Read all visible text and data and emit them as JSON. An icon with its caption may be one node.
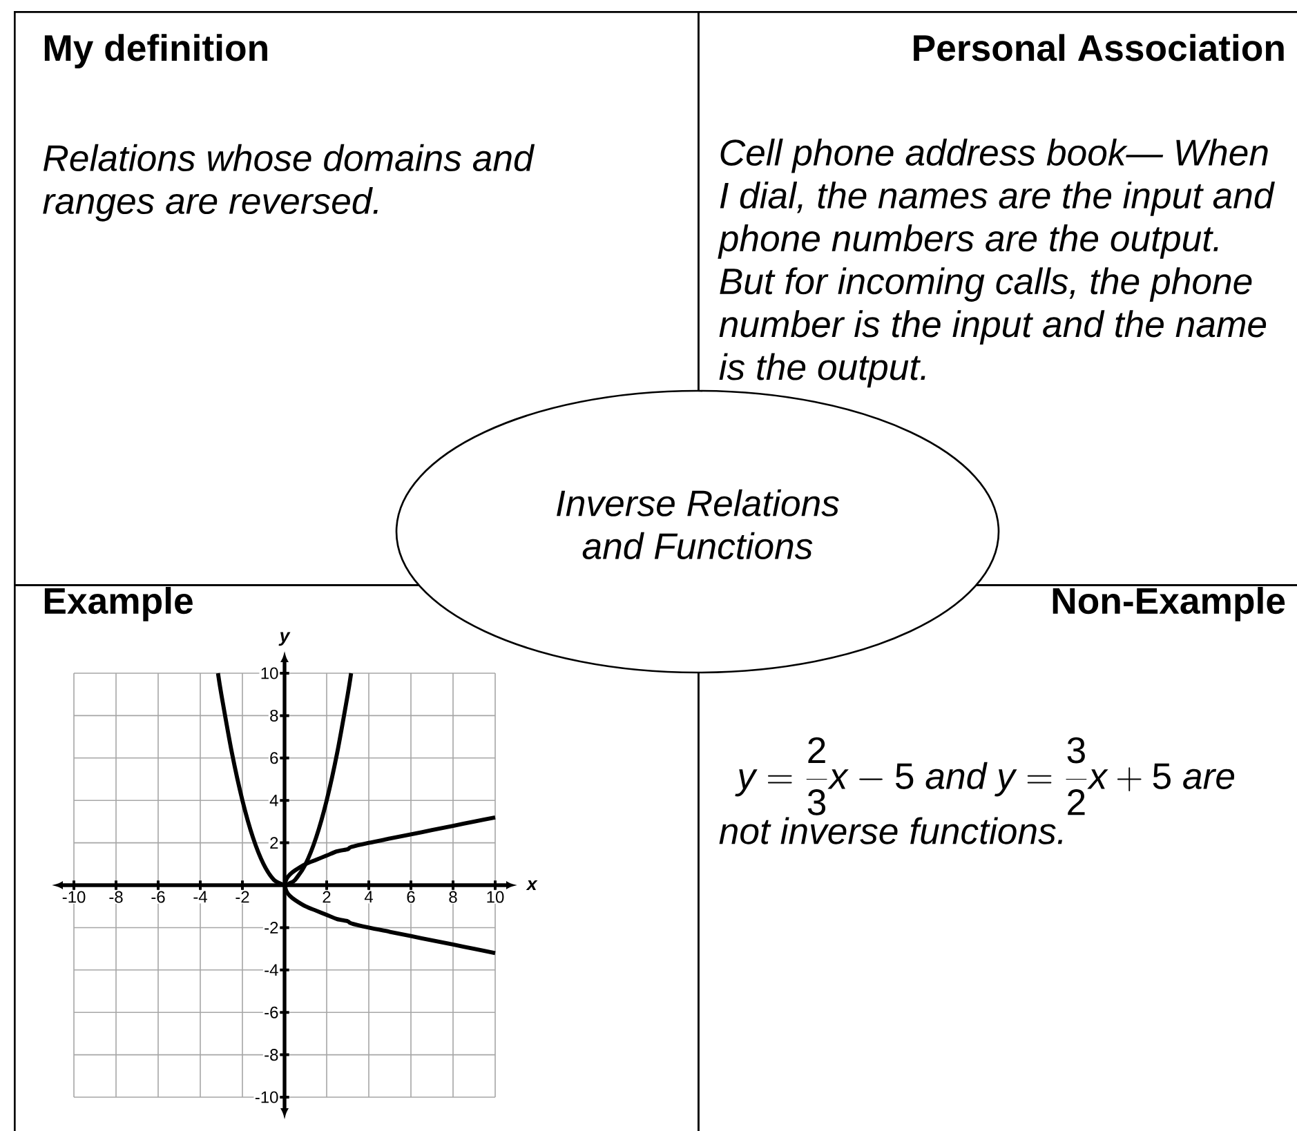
{
  "diagram": {
    "nodes": [
      {
        "text": [
          "My definition",
          "Relations whose domains and ranges are reversed."
        ]
      },
      {
        "text": [
          "Personal Association",
          "Cell phone address book— When I dial, the names are the input and phone numbers are the output. But for incoming calls, the phone number is the input and the name is the output."
        ]
      },
      {
        "text": [
          "Example"
        ]
      },
      {
        "text": [
          "Non-Example",
          "y=\\frac{2}{3}x-5",
          "and",
          "y=\\frac{3}{2}x+5",
          "are not inverse functions."
        ]
      },
      {
        "text": [
          "Inverse Relations and Functions"
        ]
      }
    ],
    "chart_data": {
      "type": "line",
      "xlabel": "x",
      "ylabel": "y",
      "grid": true,
      "x": [
        -3.16,
        -3,
        -2.5,
        -2,
        -1.5,
        -1,
        -0.5,
        0,
        0.1,
        0.25,
        0.5,
        1,
        1.5,
        2,
        2.5,
        3,
        3.16,
        4,
        5,
        6,
        7,
        8,
        9,
        10
      ],
      "series": [
        {
          "color": "#000000",
          "values": [
            10,
            9,
            6.25,
            4,
            2.25,
            1,
            0.25,
            0,
            0,
            0.1,
            0.25,
            1,
            2.25,
            4,
            6.25,
            9,
            10,
            null,
            null,
            null,
            null,
            null,
            null,
            null
          ]
        },
        {
          "color": "#000000",
          "values": [
            null,
            null,
            null,
            null,
            null,
            null,
            null,
            0,
            0.3,
            0.5,
            0.7,
            1,
            1.2,
            1.4,
            1.6,
            1.7,
            1.8,
            2,
            2.2,
            2.4,
            2.6,
            2.8,
            3,
            3.2
          ]
        },
        {
          "color": "#000000",
          "values": [
            null,
            null,
            null,
            null,
            null,
            null,
            null,
            0,
            -0.3,
            -0.5,
            -0.7,
            -1,
            -1.2,
            -1.4,
            -1.6,
            -1.7,
            -1.8,
            -2,
            -2.2,
            -2.4,
            -2.6,
            -2.8,
            -3,
            -3.2
          ]
        }
      ],
      "xlim": [
        -10,
        10
      ],
      "ylim": [
        -10,
        10
      ],
      "xticks": [
        -10,
        -8,
        -6,
        -4,
        -2,
        2,
        4,
        6,
        8,
        10
      ],
      "yticks": [
        -10,
        -8,
        -6,
        -4,
        -2,
        2,
        4,
        6,
        8,
        10
      ]
    }
  }
}
